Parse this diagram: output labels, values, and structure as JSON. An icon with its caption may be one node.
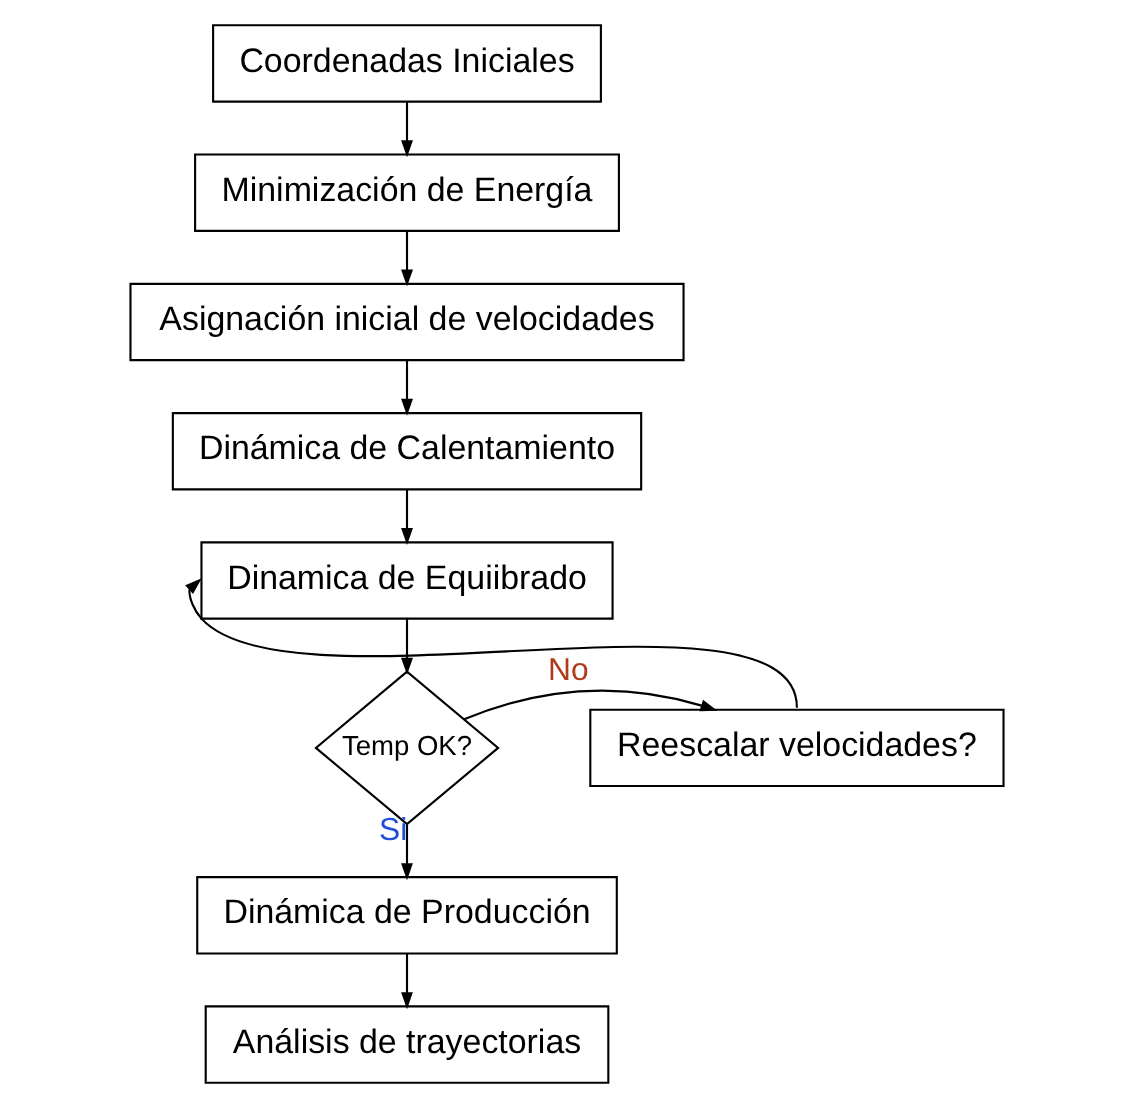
{
  "diagram": {
    "nodes": [
      {
        "text": [
          "Coordenadas Iniciales"
        ]
      },
      {
        "text": [
          "Minimización de Energía"
        ]
      },
      {
        "text": [
          "Asignación inicial de velocidades"
        ]
      },
      {
        "text": [
          "Dinámica de Calentamiento"
        ]
      },
      {
        "text": [
          "Dinamica de Equiibrado"
        ]
      },
      {
        "text": [
          "Temp OK?"
        ]
      },
      {
        "text": [
          "Reescalar velocidades?"
        ]
      },
      {
        "text": [
          "Dinámica de Producción"
        ]
      },
      {
        "text": [
          "Análisis de trayectorias"
        ]
      }
    ],
    "edges": [
      {
        "from": 0,
        "to": 1,
        "arrow": "to"
      },
      {
        "from": 1,
        "to": 2,
        "arrow": "to"
      },
      {
        "from": 2,
        "to": 3,
        "arrow": "to"
      },
      {
        "from": 3,
        "to": 4,
        "arrow": "to"
      },
      {
        "from": 4,
        "to": 5,
        "arrow": "to"
      },
      {
        "from": 5,
        "to": 6,
        "arrow": "to",
        "label": "No"
      },
      {
        "from": 5,
        "to": 7,
        "arrow": "to",
        "label": "Si"
      },
      {
        "from": 6,
        "to": 4,
        "arrow": "to"
      },
      {
        "from": 7,
        "to": 8,
        "arrow": "to"
      }
    ]
  }
}
